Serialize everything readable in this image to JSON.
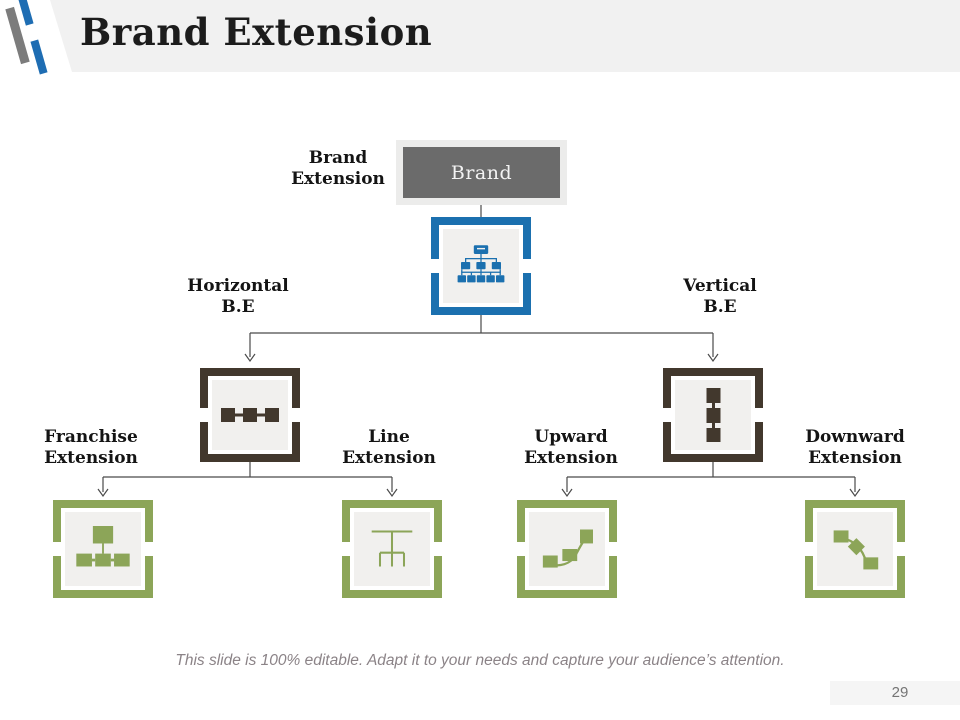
{
  "header": {
    "title": "Brand Extension"
  },
  "diagram": {
    "side_label_lines": [
      "Brand",
      "Extension"
    ],
    "nodes": {
      "brand": {
        "label": "Brand"
      },
      "horizontal": {
        "lines": [
          "Horizontal",
          "B.E"
        ]
      },
      "vertical": {
        "lines": [
          "Vertical",
          "B.E"
        ]
      },
      "franchise": {
        "lines": [
          "Franchise",
          "Extension"
        ]
      },
      "line": {
        "lines": [
          "Line",
          "Extension"
        ]
      },
      "upward": {
        "lines": [
          "Upward",
          "Extension"
        ]
      },
      "downward": {
        "lines": [
          "Downward",
          "Extension"
        ]
      }
    },
    "icons": {
      "brand_structure": "org-chart",
      "horizontal": "three-squares-horizontal",
      "vertical": "three-squares-vertical",
      "franchise": "sitemap",
      "line": "tree-lines",
      "upward": "ascending-squares",
      "downward": "descending-squares"
    }
  },
  "colors": {
    "accent_blue": "#1b70af",
    "accent_brown": "#42382d",
    "accent_green": "#8ca558",
    "brand_box_fill": "#6b6b6b",
    "box_inner_fill": "#f1f0ee",
    "header_band": "#f1f1f1",
    "connector": "#4a4a4a"
  },
  "footer": {
    "note": "This slide is 100% editable. Adapt it to your needs and capture your audience’s attention.",
    "page_number": "29"
  }
}
